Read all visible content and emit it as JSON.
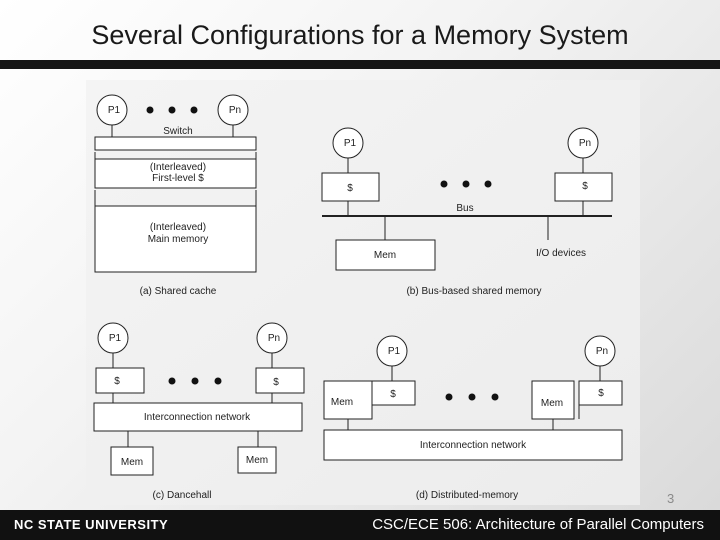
{
  "slide": {
    "title": "Several Configurations for a Memory System",
    "slide_number": "3",
    "footer_logo": "NC STATE UNIVERSITY",
    "footer_course": "CSC/ECE 506: Architecture of Parallel Computers"
  },
  "diagram_a": {
    "p1": "P1",
    "pn": "Pn",
    "switch": "Switch",
    "cache_line1": "(Interleaved)",
    "cache_line2": "First-level $",
    "mem_line1": "(Interleaved)",
    "mem_line2": "Main memory",
    "caption": "(a) Shared cache"
  },
  "diagram_b": {
    "p1": "P1",
    "pn": "Pn",
    "cache1": "$",
    "cachen": "$",
    "bus": "Bus",
    "mem": "Mem",
    "io": "I/O devices",
    "caption": "(b) Bus-based shared memory"
  },
  "diagram_c": {
    "p1": "P1",
    "pn": "Pn",
    "cache1": "$",
    "cachen": "$",
    "network": "Interconnection network",
    "mem1": "Mem",
    "memn": "Mem",
    "caption": "(c) Dancehall"
  },
  "diagram_d": {
    "p1": "P1",
    "pn": "Pn",
    "cache1": "$",
    "cachen": "$",
    "mem1": "Mem",
    "memn": "Mem",
    "network": "Interconnection network",
    "caption": "(d) Distributed-memory"
  }
}
